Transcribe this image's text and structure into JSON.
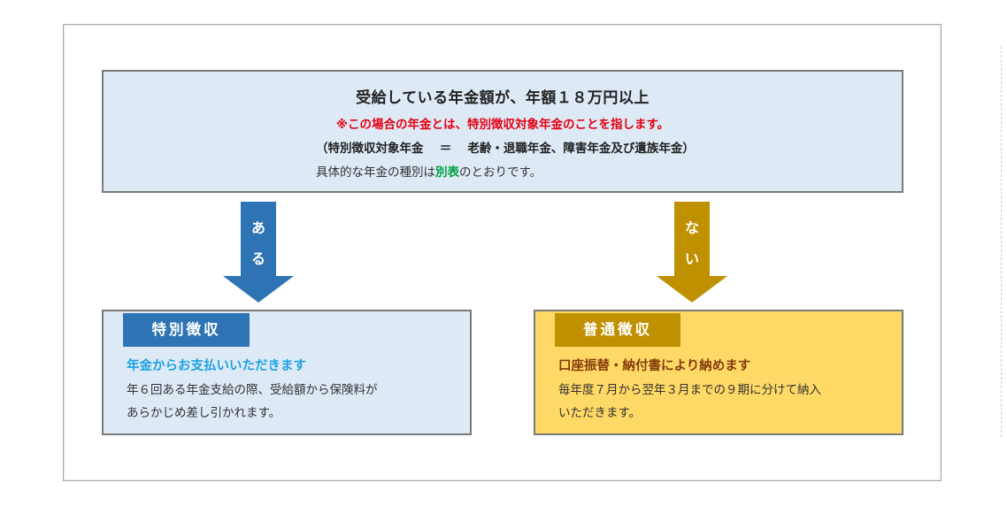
{
  "top": {
    "title": "受給している年金額が、年額１８万円以上",
    "note": "※この場合の年金とは、特別徴収対象年金のことを指します。",
    "definition": "（特別徴収対象年金　 ＝　 老齢・退職年金、障害年金及び遺族年金）",
    "ref_before": "具体的な年金の種別は",
    "ref_link": "別表",
    "ref_after": "のとおりです。"
  },
  "arrows": {
    "yes_char1": "あ",
    "yes_char2": "る",
    "no_char1": "な",
    "no_char2": "い"
  },
  "left_box": {
    "tag": "特別徴収",
    "heading": "年金からお支払いいただきます",
    "line1": "年６回ある年金支給の際、受給額から保険料が",
    "line2": "あらかじめ差し引かれます。"
  },
  "right_box": {
    "tag": "普通徴収",
    "heading": "口座振替・納付書により納めます",
    "line1": "毎年度７月から翌年３月までの９期に分けて納入",
    "line2": "いただきます。"
  },
  "colors": {
    "blue_box": "#ddeaf6",
    "blue_accent": "#2e74b5",
    "gold_box": "#ffd966",
    "gold_accent": "#bf9000",
    "note_red": "#e60012",
    "link_green": "#00a040"
  }
}
